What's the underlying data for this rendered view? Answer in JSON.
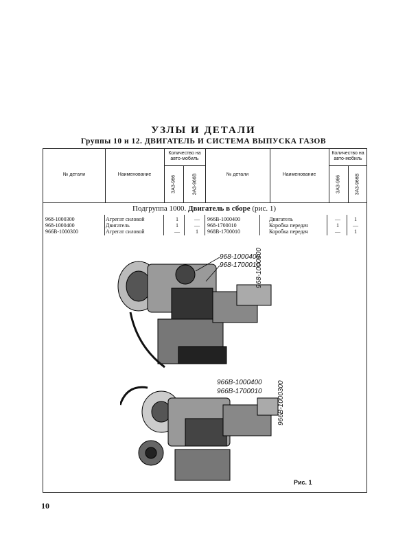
{
  "title": "УЗЛЫ И ДЕТАЛИ",
  "subtitle": "Группы 10 и 12. ДВИГАТЕЛЬ И СИСТЕМА ВЫПУСКА ГАЗОВ",
  "table": {
    "left_headers": {
      "part_no": "№ детали",
      "name": "Наименование",
      "qty": "Количество на авто-мобиль",
      "model1": "ЗАЗ-966",
      "model2": "ЗАЗ-966В"
    },
    "right_headers": {
      "part_no": "№ детали",
      "name": "Наименование",
      "qty": "Количество на авто-мобиль",
      "model1": "ЗАЗ-966",
      "model2": "ЗАЗ-966В"
    },
    "subgroup_prefix": "Подгруппа 1000.",
    "subgroup_bold": "Двигатель в сборе",
    "subgroup_suffix": "(рис. 1)",
    "rows_left": [
      {
        "part": "968-1000300",
        "name": "Агрегат силовой",
        "q1": "1",
        "q2": "—"
      },
      {
        "part": "968-1000400",
        "name": "Двигатель",
        "q1": "1",
        "q2": "—"
      },
      {
        "part": "966В-1000300",
        "name": "Агрегат силовой",
        "q1": "—",
        "q2": "1"
      }
    ],
    "rows_right": [
      {
        "part": "966В-1000400",
        "name": "Двигатель",
        "q1": "—",
        "q2": "1"
      },
      {
        "part": "968-1700010",
        "name": "Коробка передач",
        "q1": "1",
        "q2": "—"
      },
      {
        "part": "968В-1700010",
        "name": "Коробка передач",
        "q1": "—",
        "q2": "1"
      }
    ]
  },
  "figure": {
    "callouts_top": [
      "968-1000400",
      "968-1700010",
      "968-1000300"
    ],
    "callouts_bottom": [
      "966В-1000400",
      "966В-1700010",
      "966В-1000300"
    ],
    "caption": "Рис. 1"
  },
  "page_number": "10"
}
